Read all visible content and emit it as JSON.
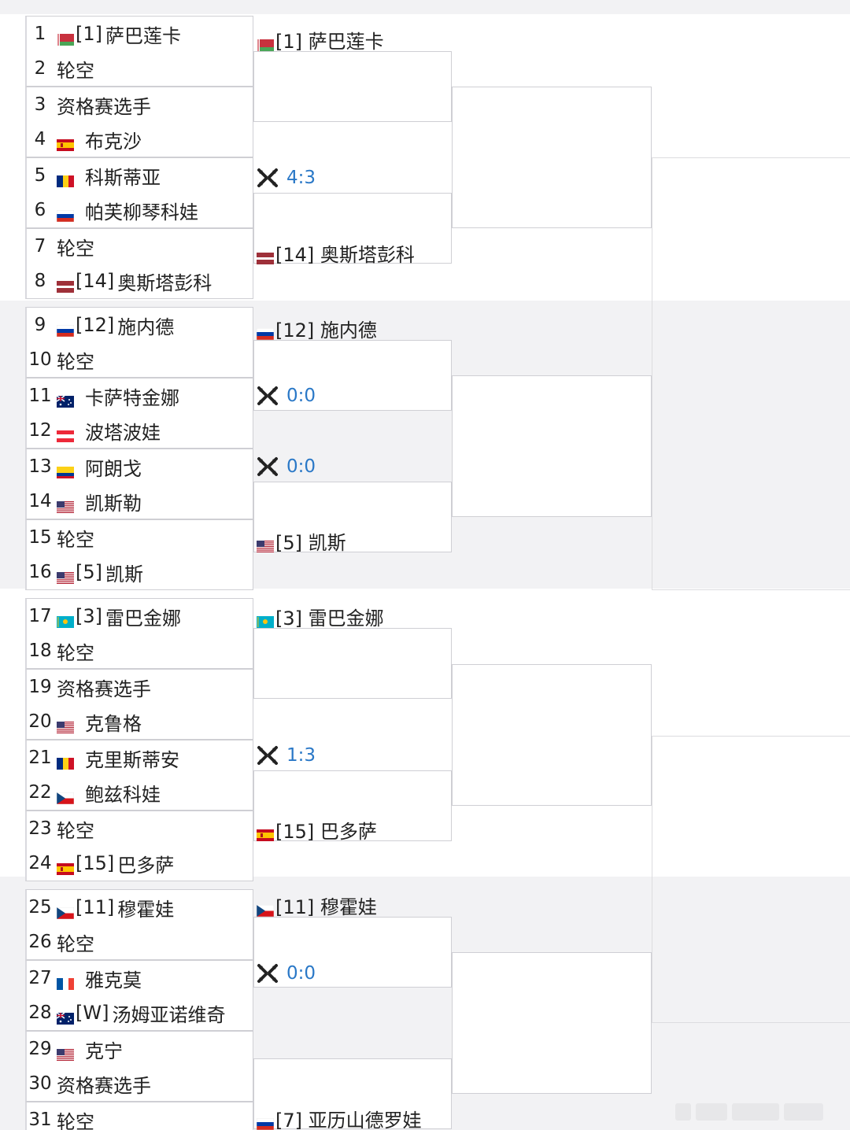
{
  "players": [
    {
      "num": "1",
      "flag": "BLR",
      "seed": "[1]",
      "name": "萨巴莲卡"
    },
    {
      "num": "2",
      "flag": "",
      "seed": "",
      "name": "轮空"
    },
    {
      "num": "3",
      "flag": "",
      "seed": "",
      "name": "资格赛选手"
    },
    {
      "num": "4",
      "flag": "ESP",
      "seed": "",
      "name": "布克沙"
    },
    {
      "num": "5",
      "flag": "ROU",
      "seed": "",
      "name": "科斯蒂亚"
    },
    {
      "num": "6",
      "flag": "RUS",
      "seed": "",
      "name": "帕芙柳琴科娃"
    },
    {
      "num": "7",
      "flag": "",
      "seed": "",
      "name": "轮空"
    },
    {
      "num": "8",
      "flag": "LAT",
      "seed": "[14]",
      "name": "奥斯塔彭科"
    },
    {
      "num": "9",
      "flag": "RUS",
      "seed": "[12]",
      "name": "施内德"
    },
    {
      "num": "10",
      "flag": "",
      "seed": "",
      "name": "轮空"
    },
    {
      "num": "11",
      "flag": "AUS",
      "seed": "",
      "name": "卡萨特金娜"
    },
    {
      "num": "12",
      "flag": "AUT",
      "seed": "",
      "name": "波塔波娃"
    },
    {
      "num": "13",
      "flag": "COL",
      "seed": "",
      "name": "阿朗戈"
    },
    {
      "num": "14",
      "flag": "USA",
      "seed": "",
      "name": "凯斯勒"
    },
    {
      "num": "15",
      "flag": "",
      "seed": "",
      "name": "轮空"
    },
    {
      "num": "16",
      "flag": "USA",
      "seed": "[5]",
      "name": "凯斯"
    },
    {
      "num": "17",
      "flag": "KAZ",
      "seed": "[3]",
      "name": "雷巴金娜"
    },
    {
      "num": "18",
      "flag": "",
      "seed": "",
      "name": "轮空"
    },
    {
      "num": "19",
      "flag": "",
      "seed": "",
      "name": "资格赛选手"
    },
    {
      "num": "20",
      "flag": "USA",
      "seed": "",
      "name": "克鲁格"
    },
    {
      "num": "21",
      "flag": "ROU",
      "seed": "",
      "name": "克里斯蒂安"
    },
    {
      "num": "22",
      "flag": "CZE",
      "seed": "",
      "name": "鲍兹科娃"
    },
    {
      "num": "23",
      "flag": "",
      "seed": "",
      "name": "轮空"
    },
    {
      "num": "24",
      "flag": "ESP",
      "seed": "[15]",
      "name": "巴多萨"
    },
    {
      "num": "25",
      "flag": "CZE",
      "seed": "[11]",
      "name": "穆霍娃"
    },
    {
      "num": "26",
      "flag": "",
      "seed": "",
      "name": "轮空"
    },
    {
      "num": "27",
      "flag": "FRA",
      "seed": "",
      "name": "雅克莫"
    },
    {
      "num": "28",
      "flag": "AUS",
      "seed": "[W]",
      "name": "汤姆亚诺维奇"
    },
    {
      "num": "29",
      "flag": "USA",
      "seed": "",
      "name": "克宁"
    },
    {
      "num": "30",
      "flag": "",
      "seed": "",
      "name": "资格赛选手"
    },
    {
      "num": "31",
      "flag": "",
      "seed": "",
      "name": "轮空"
    }
  ],
  "round2": [
    {
      "type": "player",
      "flag": "BLR",
      "text": "[1] 萨巴莲卡"
    },
    {
      "type": "score",
      "text": "4:3"
    },
    {
      "type": "player",
      "flag": "LAT",
      "text": "[14] 奥斯塔彭科"
    },
    {
      "type": "player",
      "flag": "RUS",
      "text": "[12] 施内德"
    },
    {
      "type": "score",
      "text": "0:0"
    },
    {
      "type": "score",
      "text": "0:0"
    },
    {
      "type": "player",
      "flag": "USA",
      "text": "[5] 凯斯"
    },
    {
      "type": "player",
      "flag": "KAZ",
      "text": "[3] 雷巴金娜"
    },
    {
      "type": "score",
      "text": "1:3"
    },
    {
      "type": "player",
      "flag": "ESP",
      "text": "[15] 巴多萨"
    },
    {
      "type": "player",
      "flag": "CZE",
      "text": "[11] 穆霍娃"
    },
    {
      "type": "score",
      "text": "0:0"
    },
    {
      "type": "player",
      "flag": "RUS",
      "text": "[7] 亚历山德罗娃"
    }
  ],
  "colors": {
    "score": "#2a78c7",
    "border": "#cfcfd4",
    "band_gray": "#f2f2f4"
  },
  "icons": {
    "live_match": "crossed-rackets-icon"
  }
}
